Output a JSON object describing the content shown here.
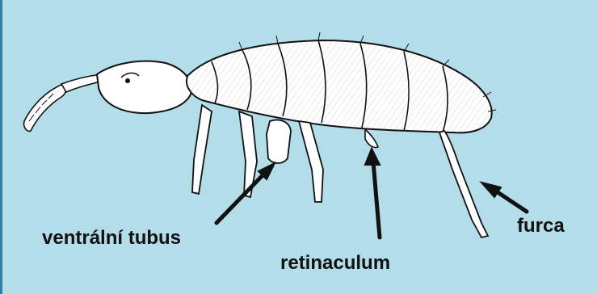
{
  "figure": {
    "background_color": "#b2dde9",
    "labels": {
      "ventral_tube": "ventrální tubus",
      "retinaculum": "retinaculum",
      "furca": "furca"
    },
    "arrow_color": "#111111",
    "subject_icon": "springtail-insect"
  }
}
